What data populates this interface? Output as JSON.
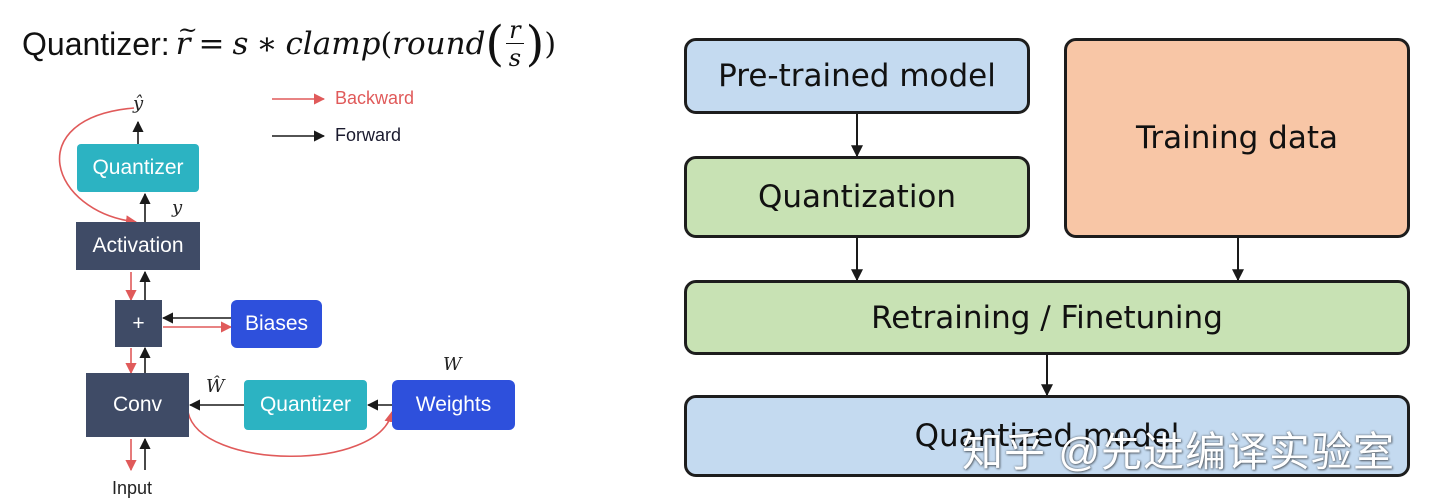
{
  "formula": {
    "label": "Quantizer:",
    "lhs": "r",
    "lhs_accent": "~",
    "equals": "=",
    "scale": "s",
    "times": "∗",
    "clamp": "clamp",
    "open_paren": "(",
    "round": "round",
    "big_open": "(",
    "frac_num": "r",
    "frac_den": "s",
    "big_close": ")",
    "close_paren": ")"
  },
  "qat_diagram": {
    "legend": {
      "backward": "Backward",
      "forward": "Forward"
    },
    "colors": {
      "backward": "#e05a5a",
      "forward": "#1a1a1a"
    },
    "output_symbol": "ŷ",
    "quantizer_top": "Quantizer",
    "y_symbol": "y",
    "activation": "Activation",
    "plus": "+",
    "biases": "Biases",
    "w_symbol": "W",
    "w_hat_symbol": "Ŵ",
    "conv": "Conv",
    "quantizer_weights": "Quantizer",
    "weights": "Weights",
    "input": "Input"
  },
  "flowchart": {
    "pretrained": "Pre-trained model",
    "training_data": "Training data",
    "quantization": "Quantization",
    "retraining": "Retraining / Finetuning",
    "quantized_model": "Quantized model"
  },
  "watermark": "知乎 @先进编译实验室"
}
